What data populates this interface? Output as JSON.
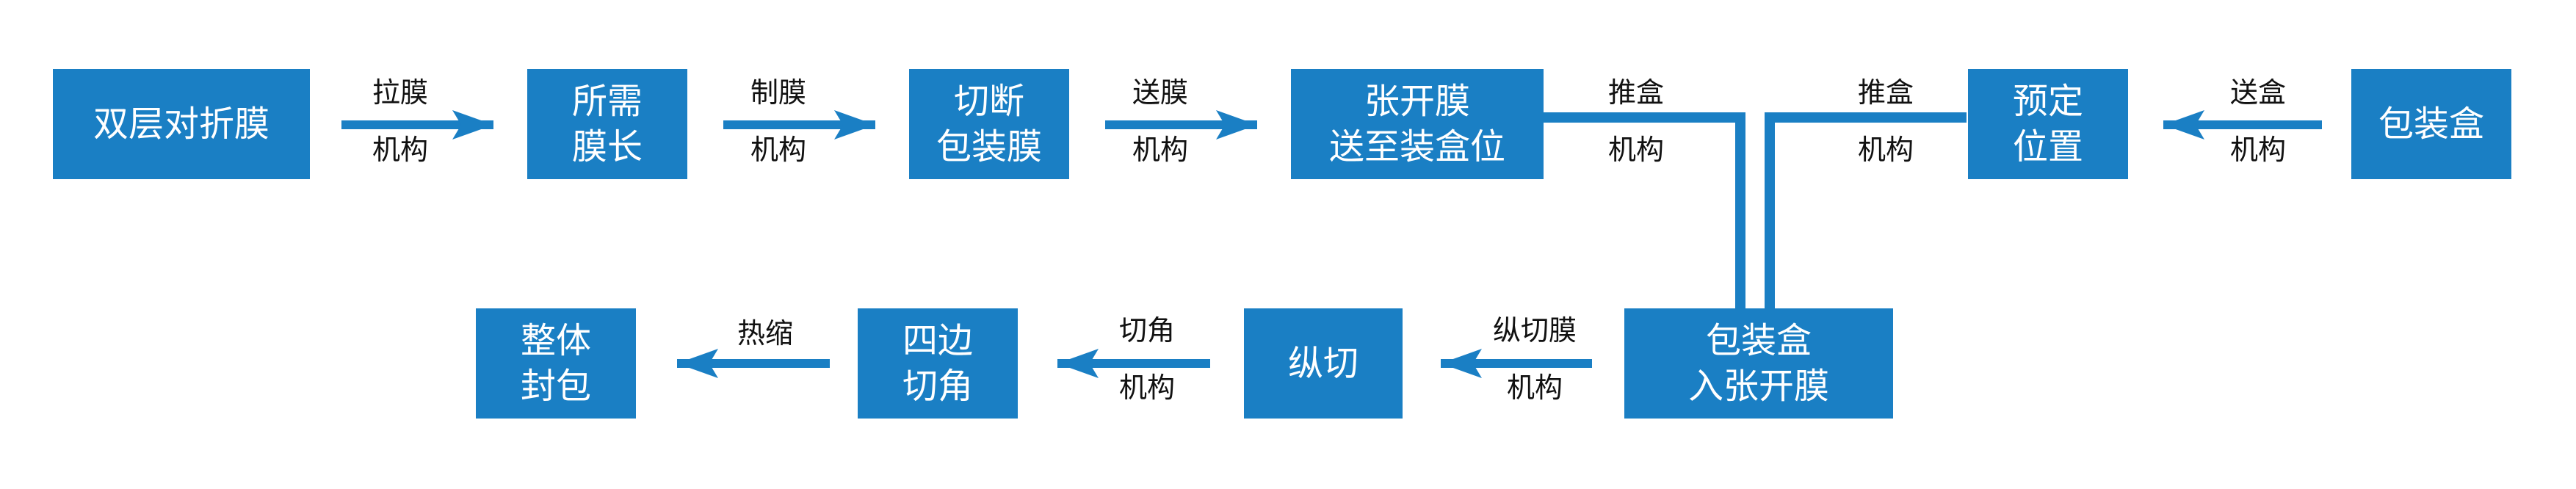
{
  "colors": {
    "box": "#1a7fc4",
    "arrow": "#1a7fc4",
    "text": "#111111",
    "box_text": "#ffffff"
  },
  "boxes": {
    "b1": {
      "line1": "双层对折膜",
      "line2": ""
    },
    "b2": {
      "line1": "所需",
      "line2": "膜长"
    },
    "b3": {
      "line1": "切断",
      "line2": "包装膜"
    },
    "b4": {
      "line1": "张开膜",
      "line2": "送至装盒位"
    },
    "b5": {
      "line1": "预定",
      "line2": "位置"
    },
    "b6": {
      "line1": "包装盒",
      "line2": ""
    },
    "b7": {
      "line1": "包装盒",
      "line2": "入张开膜"
    },
    "b8": {
      "line1": "纵切",
      "line2": ""
    },
    "b9": {
      "line1": "四边",
      "line2": "切角"
    },
    "b10": {
      "line1": "整体",
      "line2": "封包"
    }
  },
  "labels": {
    "a1": {
      "top": "拉膜",
      "bottom": "机构"
    },
    "a2": {
      "top": "制膜",
      "bottom": "机构"
    },
    "a3": {
      "top": "送膜",
      "bottom": "机构"
    },
    "a4": {
      "top": "推盒",
      "bottom": "机构"
    },
    "a5": {
      "top": "推盒",
      "bottom": "机构"
    },
    "a6": {
      "top": "送盒",
      "bottom": "机构"
    },
    "a7": {
      "top": "纵切膜",
      "bottom": "机构"
    },
    "a8": {
      "top": "切角",
      "bottom": "机构"
    },
    "a9": {
      "top": "热缩",
      "bottom": ""
    }
  }
}
